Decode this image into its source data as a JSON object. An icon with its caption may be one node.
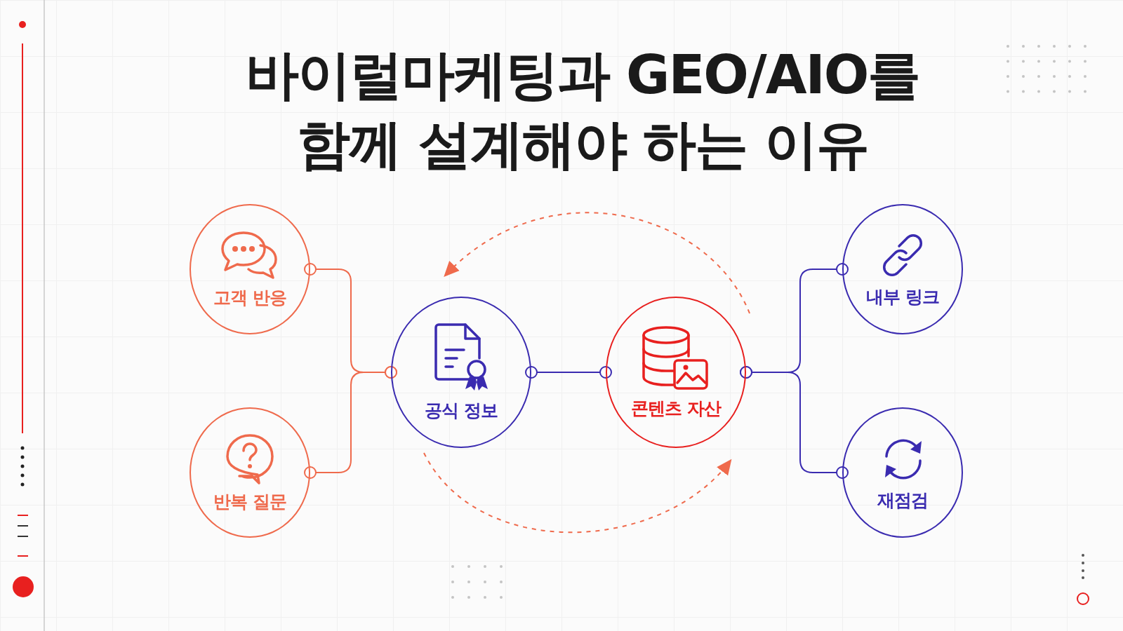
{
  "diagram": {
    "title": "바이럴마케팅과 GEO/AIO를 함께 설계해야 하는 이유",
    "nodes": [
      {
        "text": [
          "고객 반응"
        ]
      },
      {
        "text": [
          "반복 질문"
        ]
      },
      {
        "text": [
          "공식 정보"
        ]
      },
      {
        "text": [
          "콘텐츠 자산"
        ]
      },
      {
        "text": [
          "내부 링크"
        ]
      },
      {
        "text": [
          "재점검"
        ]
      }
    ],
    "edges": [
      {
        "from": 0,
        "to": 2,
        "arrow": "other",
        "color": "#ef6a4c"
      },
      {
        "from": 1,
        "to": 2,
        "arrow": "other",
        "color": "#ef6a4c"
      },
      {
        "from": 2,
        "to": 3,
        "arrow": "other",
        "color": "#3a2bb0"
      },
      {
        "from": 3,
        "to": 4,
        "arrow": "other",
        "color": "#3a2bb0"
      },
      {
        "from": 3,
        "to": 5,
        "arrow": "other",
        "color": "#3a2bb0"
      },
      {
        "from": 3,
        "to": 2,
        "arrow": "to",
        "style": "dashed",
        "color": "#ef6a4c"
      },
      {
        "from": 2,
        "to": 3,
        "arrow": "to",
        "style": "dashed",
        "color": "#ef6a4c"
      }
    ]
  }
}
